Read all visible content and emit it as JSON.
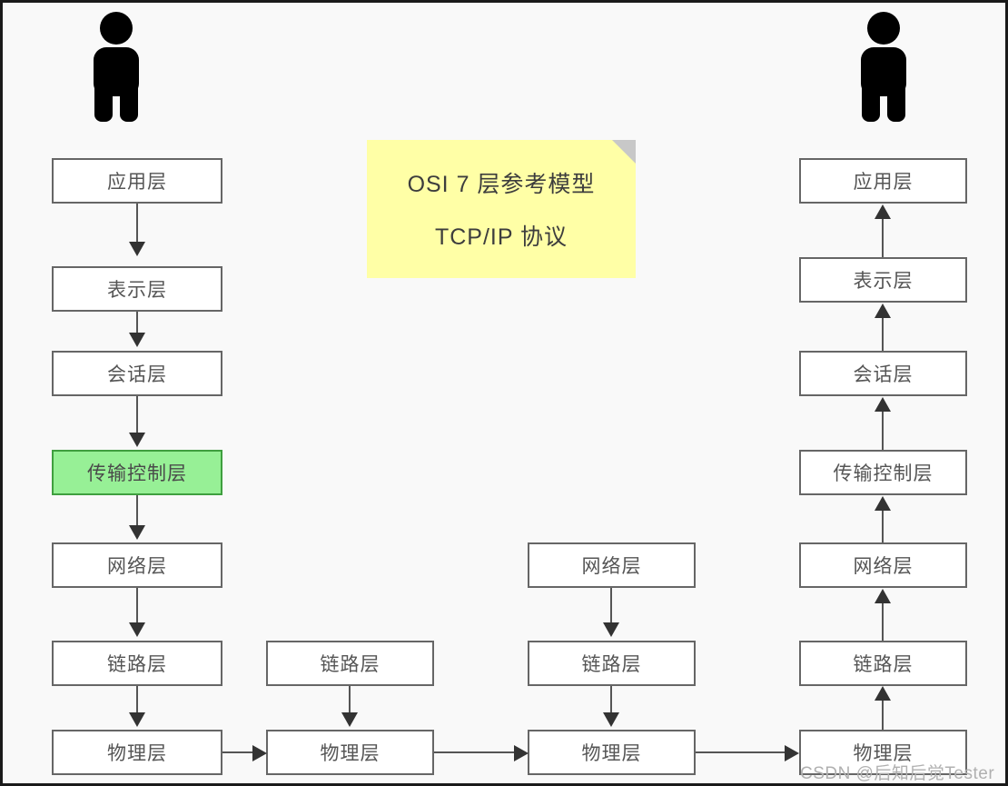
{
  "diagram": {
    "title_note": {
      "line1": "OSI 7 层参考模型",
      "line2": "TCP/IP 协议",
      "fill_color": "#ffffa6",
      "fold_color": "#c8c8c8"
    },
    "actors": [
      {
        "name": "left-actor",
        "icon": "person-icon"
      },
      {
        "name": "right-actor",
        "icon": "person-icon"
      }
    ],
    "colors": {
      "box_fill": "#ffffff",
      "box_border": "#666666",
      "highlight_fill": "#97f096",
      "highlight_border": "#3f9f3f",
      "connector": "#555555",
      "arrow": "#333333",
      "background": "#f9f9f9",
      "frame": "#1a1a1a"
    },
    "columns": [
      {
        "id": "left-stack",
        "direction": "down",
        "nodes": [
          {
            "id": "left-application",
            "label": "应用层",
            "highlight": false
          },
          {
            "id": "left-presentation",
            "label": "表示层",
            "highlight": false
          },
          {
            "id": "left-session",
            "label": "会话层",
            "highlight": false
          },
          {
            "id": "left-transport",
            "label": "传输控制层",
            "highlight": true
          },
          {
            "id": "left-network",
            "label": "网络层",
            "highlight": false
          },
          {
            "id": "left-datalink",
            "label": "链路层",
            "highlight": false
          },
          {
            "id": "left-physical",
            "label": "物理层",
            "highlight": false
          }
        ]
      },
      {
        "id": "relay1-stack",
        "direction": "down",
        "nodes": [
          {
            "id": "relay1-datalink",
            "label": "链路层",
            "highlight": false
          },
          {
            "id": "relay1-physical",
            "label": "物理层",
            "highlight": false
          }
        ]
      },
      {
        "id": "relay2-stack",
        "direction": "down",
        "nodes": [
          {
            "id": "relay2-network",
            "label": "网络层",
            "highlight": false
          },
          {
            "id": "relay2-datalink",
            "label": "链路层",
            "highlight": false
          },
          {
            "id": "relay2-physical",
            "label": "物理层",
            "highlight": false
          }
        ]
      },
      {
        "id": "right-stack",
        "direction": "up",
        "nodes": [
          {
            "id": "right-application",
            "label": "应用层",
            "highlight": false
          },
          {
            "id": "right-presentation",
            "label": "表示层",
            "highlight": false
          },
          {
            "id": "right-session",
            "label": "会话层",
            "highlight": false
          },
          {
            "id": "right-transport",
            "label": "传输控制层",
            "highlight": false
          },
          {
            "id": "right-network",
            "label": "网络层",
            "highlight": false
          },
          {
            "id": "right-datalink",
            "label": "链路层",
            "highlight": false
          },
          {
            "id": "right-physical",
            "label": "物理层",
            "highlight": false
          }
        ]
      }
    ]
  },
  "watermark": {
    "text": "CSDN @后知后觉Tester"
  }
}
